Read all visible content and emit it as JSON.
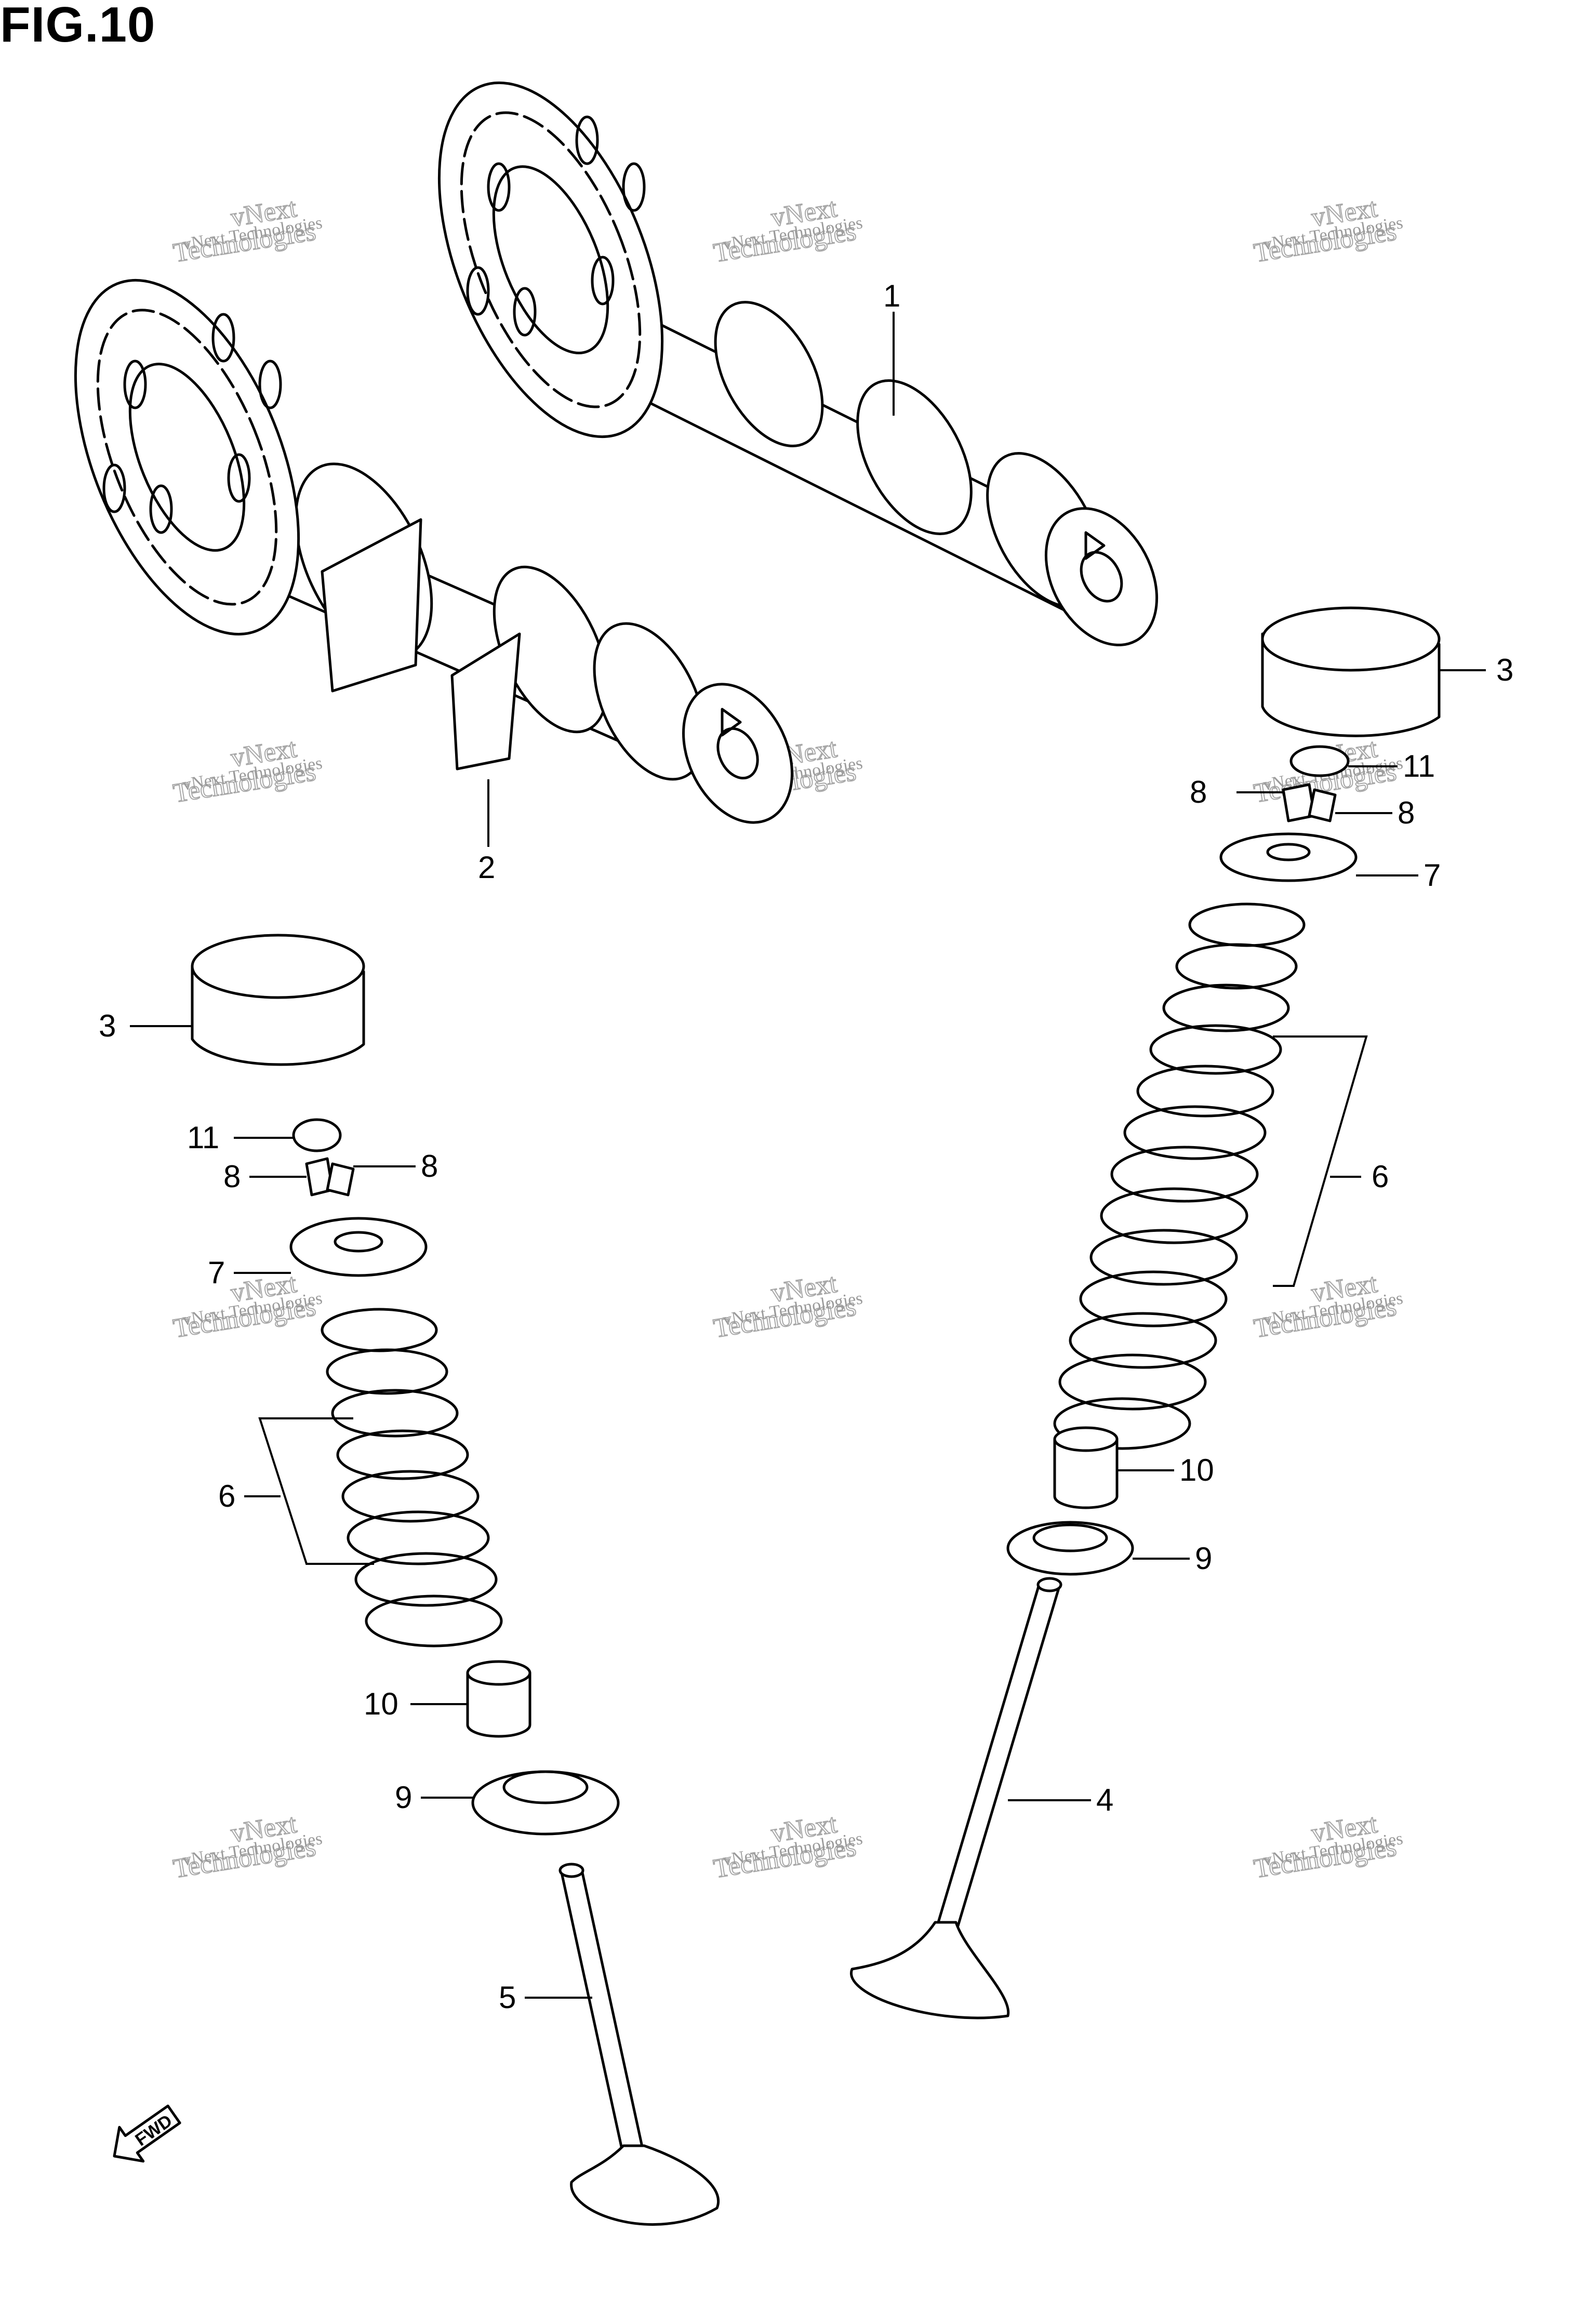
{
  "figure": {
    "title": "FIG.10"
  },
  "watermark": {
    "line1": "vNext Technologies",
    "line2": "vNext",
    "line3": "Technologies"
  },
  "fwd_marker": {
    "label": "FWD",
    "icon": "forward-arrow-icon"
  },
  "callouts": [
    {
      "id": "c1",
      "number": "1",
      "part": "camshaft-exhaust"
    },
    {
      "id": "c2",
      "number": "2",
      "part": "camshaft-intake"
    },
    {
      "id": "c3r",
      "number": "3",
      "part": "valve-tappet-right"
    },
    {
      "id": "c3l",
      "number": "3",
      "part": "valve-tappet-left"
    },
    {
      "id": "c4",
      "number": "4",
      "part": "valve-right"
    },
    {
      "id": "c5",
      "number": "5",
      "part": "valve-left"
    },
    {
      "id": "c6r",
      "number": "6",
      "part": "valve-spring-right"
    },
    {
      "id": "c6l",
      "number": "6",
      "part": "valve-spring-left"
    },
    {
      "id": "c7r",
      "number": "7",
      "part": "spring-retainer-right"
    },
    {
      "id": "c7l",
      "number": "7",
      "part": "spring-retainer-left"
    },
    {
      "id": "c8ra",
      "number": "8",
      "part": "cotter-right-a"
    },
    {
      "id": "c8rb",
      "number": "8",
      "part": "cotter-right-b"
    },
    {
      "id": "c8la",
      "number": "8",
      "part": "cotter-left-a"
    },
    {
      "id": "c8lb",
      "number": "8",
      "part": "cotter-left-b"
    },
    {
      "id": "c9r",
      "number": "9",
      "part": "spring-seat-right"
    },
    {
      "id": "c9l",
      "number": "9",
      "part": "spring-seat-left"
    },
    {
      "id": "c10r",
      "number": "10",
      "part": "stem-seal-right"
    },
    {
      "id": "c10l",
      "number": "10",
      "part": "stem-seal-left"
    },
    {
      "id": "c11r",
      "number": "11",
      "part": "shim-right"
    },
    {
      "id": "c11l",
      "number": "11",
      "part": "shim-left"
    }
  ]
}
